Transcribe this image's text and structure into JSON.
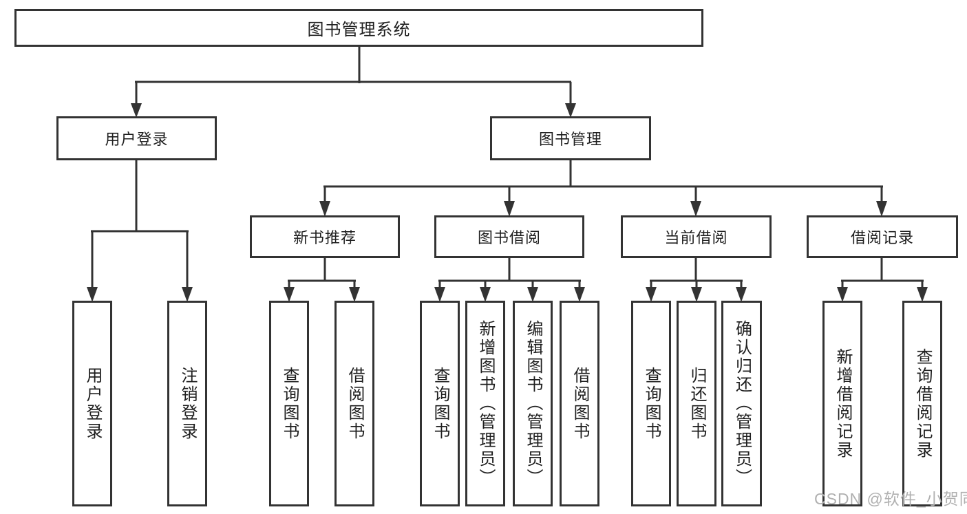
{
  "diagram_title": "图书管理系统",
  "watermark": "CSDN @软件_小贺同学",
  "colors": {
    "line": "#333333",
    "box_border": "#333333",
    "text": "#1f1f1f",
    "watermark": "#b0b0b0",
    "background": "#ffffff"
  },
  "nodes": {
    "root": "图书管理系统",
    "user_login": "用户登录",
    "book_mgmt": "图书管理",
    "new_book_rec": "新书推荐",
    "book_borrow": "图书借阅",
    "current_borrow": "当前借阅",
    "borrow_record": "借阅记录",
    "leaf_user_login": "用户登录",
    "leaf_logout": "注销登录",
    "rec_query_book": "查询图书",
    "rec_borrow_book": "借阅图书",
    "bb_query_book": "查询图书",
    "bb_add_book": "新增图书（管理员）",
    "bb_edit_book": "编辑图书（管理员）",
    "bb_borrow_book": "借阅图书",
    "cb_query_book": "查询图书",
    "cb_return_book": "归还图书",
    "cb_confirm_return": "确认归还（管理员）",
    "br_add_record": "新增借阅记录",
    "br_query_record": "查询借阅记录"
  },
  "hierarchy": [
    {
      "parent": "图书管理系统",
      "children": [
        "用户登录",
        "图书管理"
      ]
    },
    {
      "parent": "用户登录",
      "children": [
        "用户登录",
        "注销登录"
      ]
    },
    {
      "parent": "图书管理",
      "children": [
        "新书推荐",
        "图书借阅",
        "当前借阅",
        "借阅记录"
      ]
    },
    {
      "parent": "新书推荐",
      "children": [
        "查询图书",
        "借阅图书"
      ]
    },
    {
      "parent": "图书借阅",
      "children": [
        "查询图书",
        "新增图书（管理员）",
        "编辑图书（管理员）",
        "借阅图书"
      ]
    },
    {
      "parent": "当前借阅",
      "children": [
        "查询图书",
        "归还图书",
        "确认归还（管理员）"
      ]
    },
    {
      "parent": "借阅记录",
      "children": [
        "新增借阅记录",
        "查询借阅记录"
      ]
    }
  ]
}
